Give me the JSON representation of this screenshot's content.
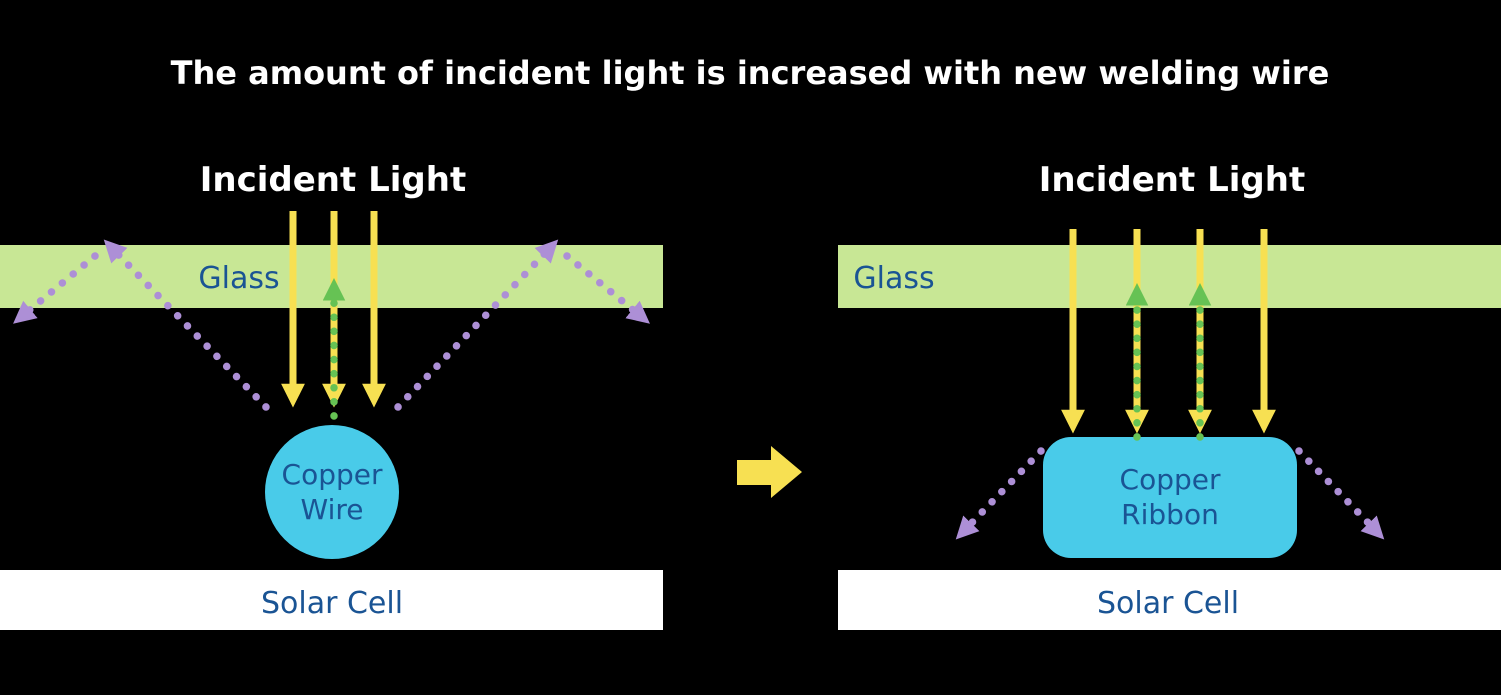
{
  "title": "The amount of incident light is increased with new welding wire",
  "left_panel": {
    "incident_light_label": "Incident Light",
    "glass_label": "Glass",
    "copper_label": [
      "Copper",
      "Wire"
    ],
    "solar_cell_label": "Solar Cell"
  },
  "right_panel": {
    "incident_light_label": "Incident Light",
    "glass_label": "Glass",
    "copper_label": [
      "Copper",
      "Ribbon"
    ],
    "solar_cell_label": "Solar Cell"
  },
  "colors": {
    "background": "#000000",
    "title_text": "#ffffff",
    "glass": "#c8e795",
    "solar_cell": "#ffffff",
    "cyan": "#49cbe9",
    "yellow": "#f7e052",
    "green": "#66c254",
    "purple": "#ad8fd6",
    "label_blue": "#1a5494"
  }
}
